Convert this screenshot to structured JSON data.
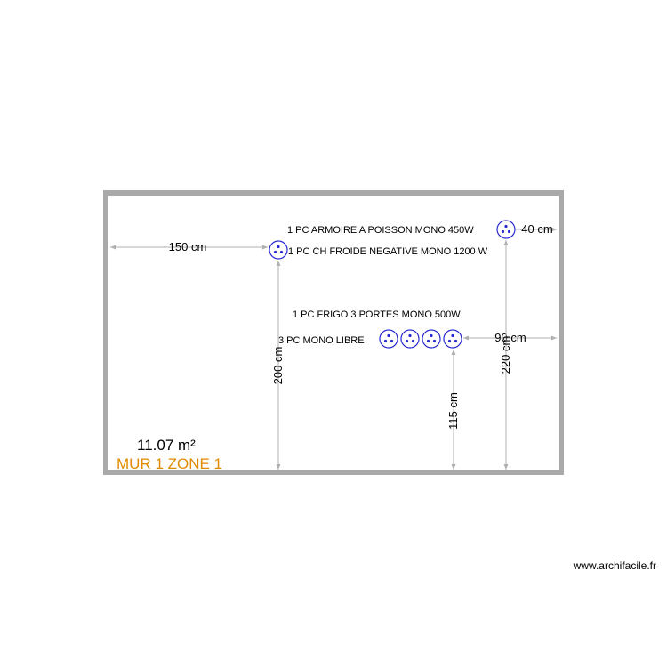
{
  "room": {
    "area": "11.07 m²",
    "name": "MUR 1 ZONE 1"
  },
  "labels": {
    "armoire": "1 PC ARMOIRE A POISSON MONO 450W",
    "ch_froide": "1 PC CH FROIDE NEGATIVE MONO 1200 W",
    "frigo": "1 PC FRIGO 3 PORTES MONO 500W",
    "libre": "3 PC MONO LIBRE"
  },
  "dimensions": {
    "d150": "150 cm",
    "d40": "40 cm",
    "d90": "90 cm",
    "d200": "200 cm",
    "d115": "115 cm",
    "d220": "220 cm"
  },
  "watermark": "www.archifacile.fr",
  "colors": {
    "wall": "#a9a9a9",
    "socket": "#2a2ad0",
    "zone_name": "#e08a00",
    "dim_line": "#b0b0b0"
  }
}
